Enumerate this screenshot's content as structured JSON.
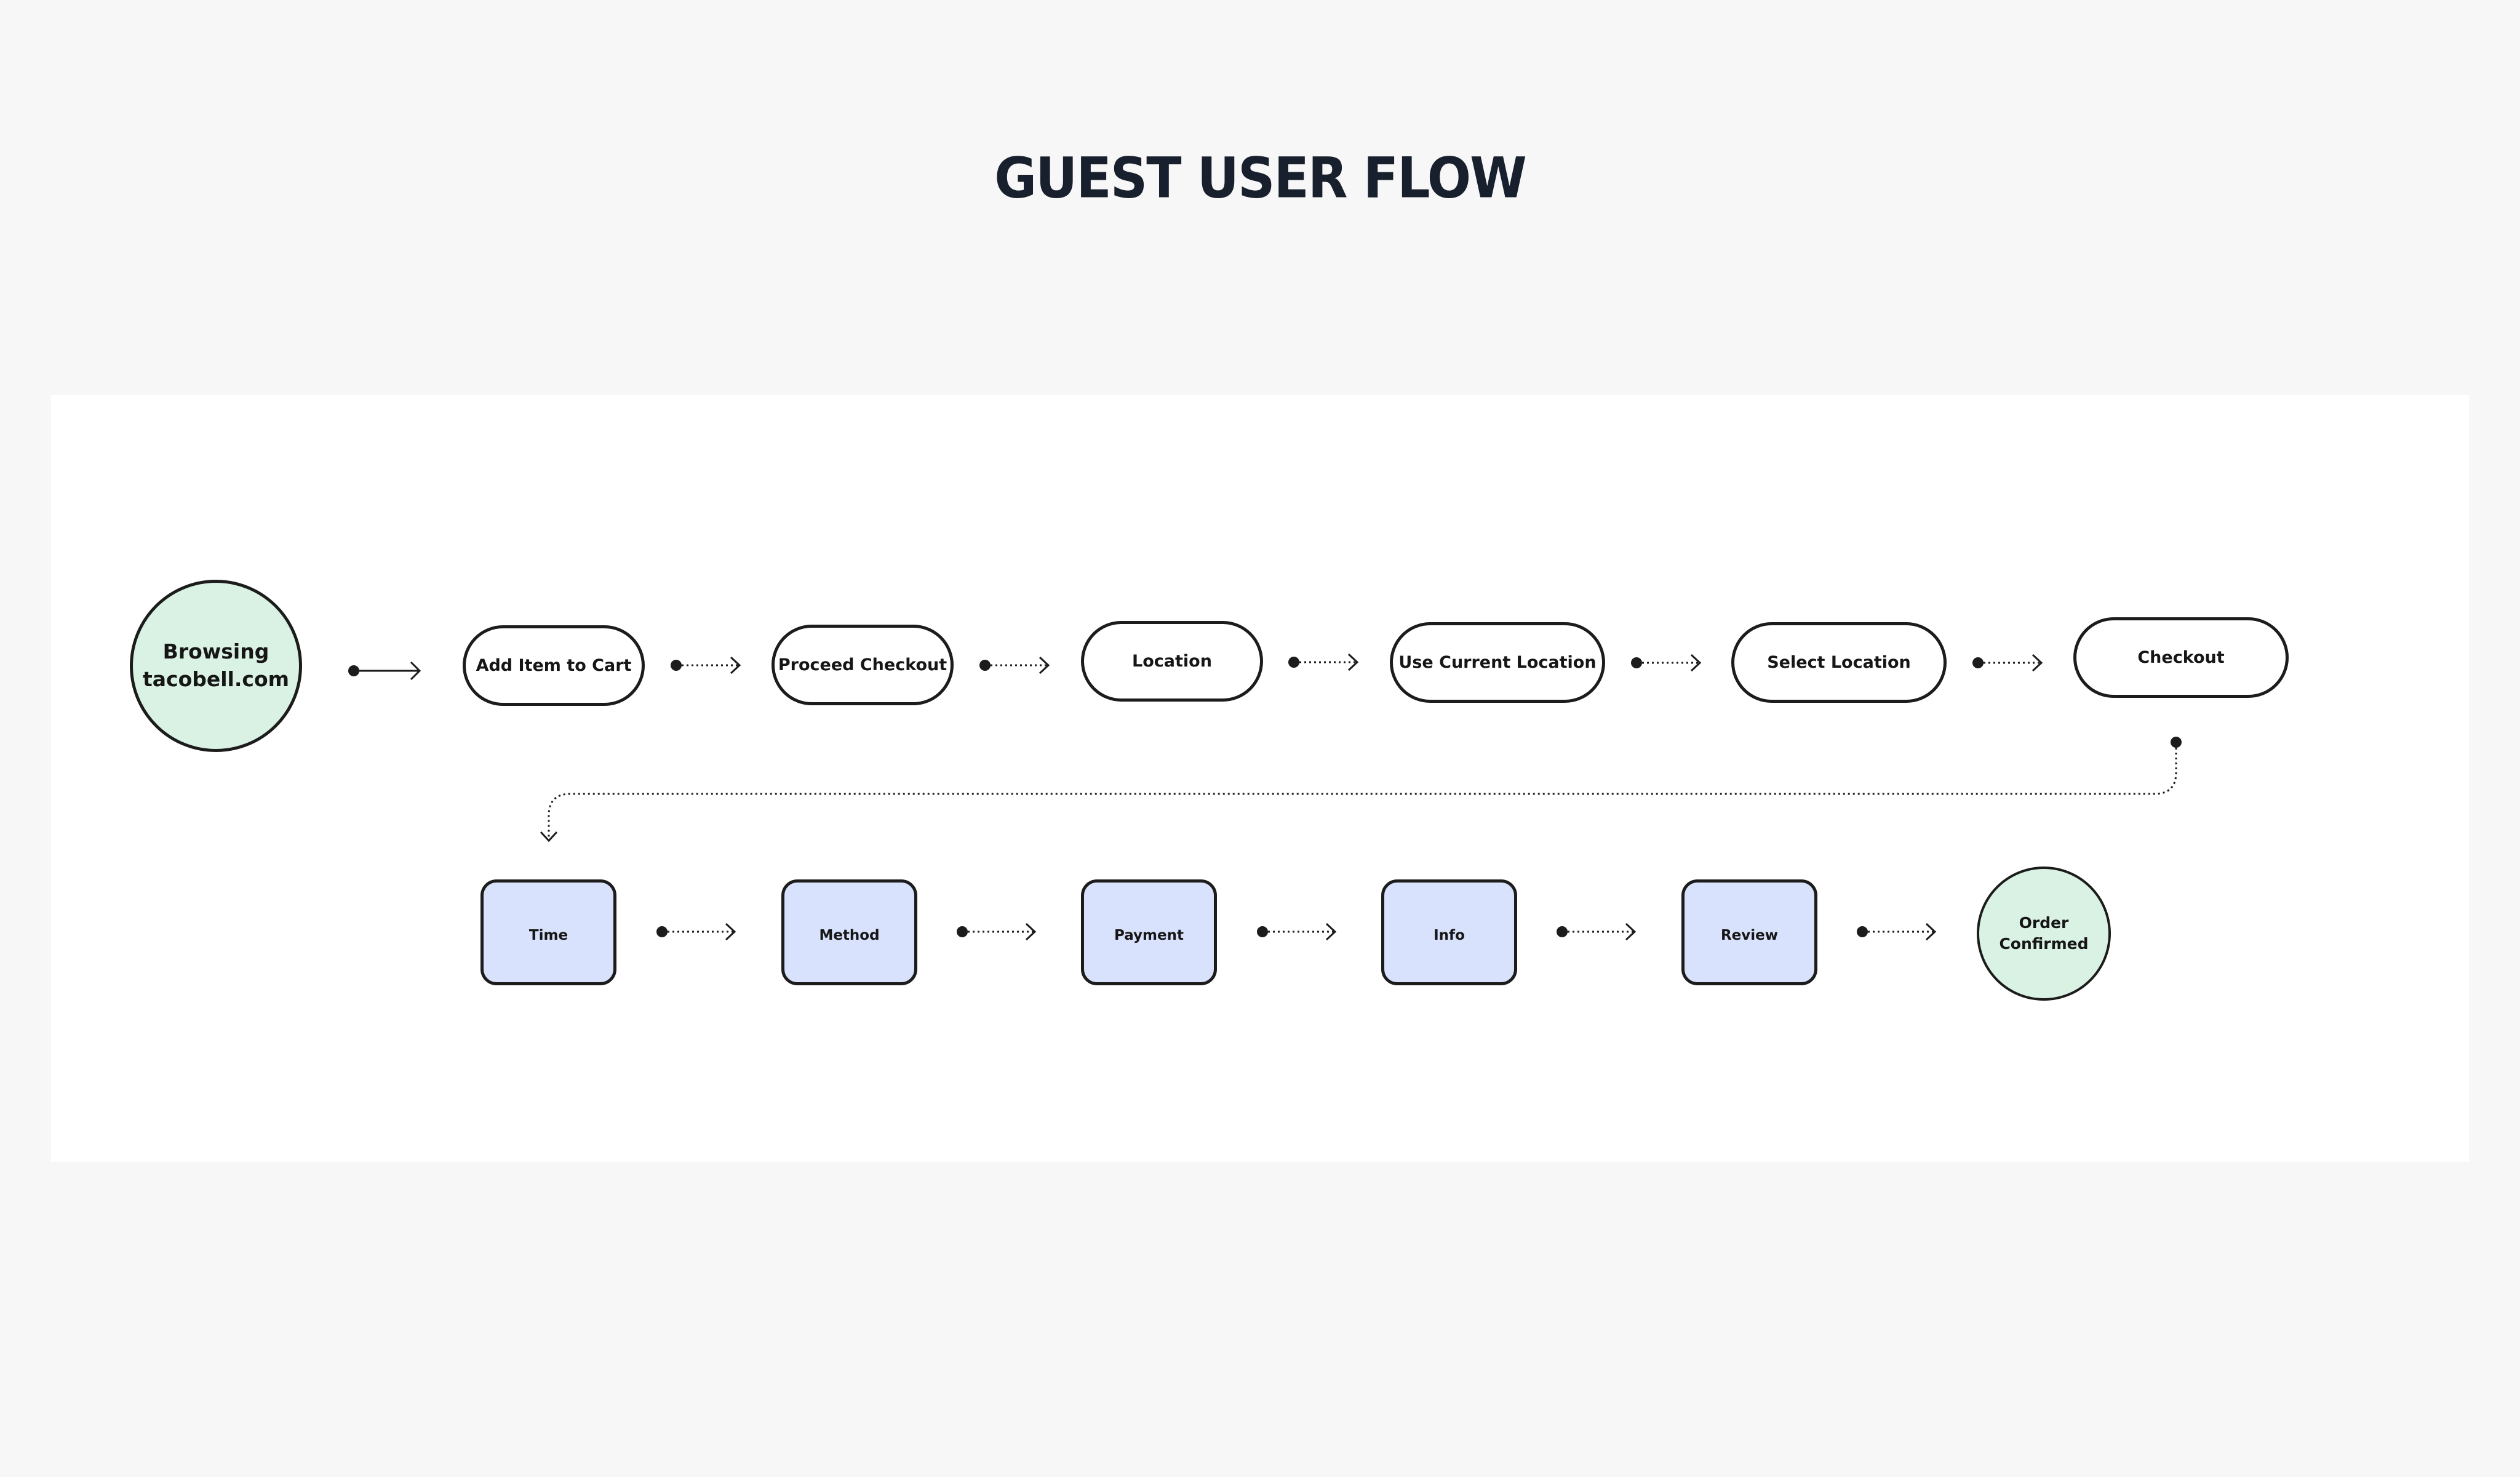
{
  "title": "GUEST USER FLOW",
  "colors": {
    "background": "#f7f7f7",
    "panel": "#ffffff",
    "terminal_fill": "#d9f2e4",
    "step_fill": "#d9e2fc",
    "stroke": "#1c1c1c",
    "title": "#18202e"
  },
  "nodes": {
    "start": {
      "line1": "Browsing",
      "line2": "tacobell.com"
    },
    "add_item": "Add Item to Cart",
    "proceed_checkout": "Proceed Checkout",
    "location": "Location",
    "use_current_location": "Use Current Location",
    "select_location": "Select Location",
    "checkout": "Checkout",
    "time": "Time",
    "method": "Method",
    "payment": "Payment",
    "info": "Info",
    "review": "Review",
    "end": {
      "line1": "Order",
      "line2": "Confirmed"
    }
  }
}
